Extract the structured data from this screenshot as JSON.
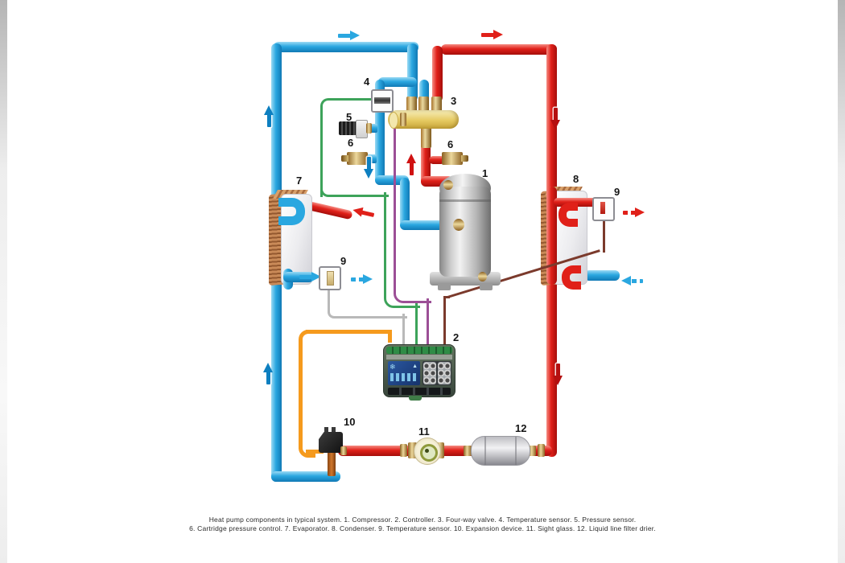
{
  "caption": {
    "line1": "Heat pump components in typical system. 1. Compressor. 2. Controller. 3. Four-way valve. 4. Temperature sensor. 5. Pressure sensor.",
    "line2": "6. Cartridge pressure control. 7. Evaporator. 8. Condenser. 9. Temperature sensor. 10. Expansion device. 11. Sight glass. 12. Liquid line filter drier."
  },
  "labels": {
    "compressor": "1",
    "controller": "2",
    "four_way_valve": "3",
    "temperature_sensor_suction": "4",
    "pressure_sensor": "5",
    "cartridge_pressure_control_left": "6",
    "cartridge_pressure_control_right": "6",
    "evaporator": "7",
    "condenser": "8",
    "temperature_sensor_condenser": "9",
    "temperature_sensor_evaporator": "9",
    "expansion_device": "10",
    "sight_glass": "11",
    "liquid_line_filter_drier": "12"
  },
  "colors": {
    "hot_line": "#e02019",
    "cold_line": "#2aa7e0",
    "sensor_wire_green": "#3da35a",
    "valve_wire_purple": "#9c4f96",
    "sensor_wire_grey": "#b9b9b9",
    "sensor_wire_brown": "#7b3a2c",
    "expansion_wire_orange": "#f59a1d",
    "brass": "#d9b45c"
  }
}
